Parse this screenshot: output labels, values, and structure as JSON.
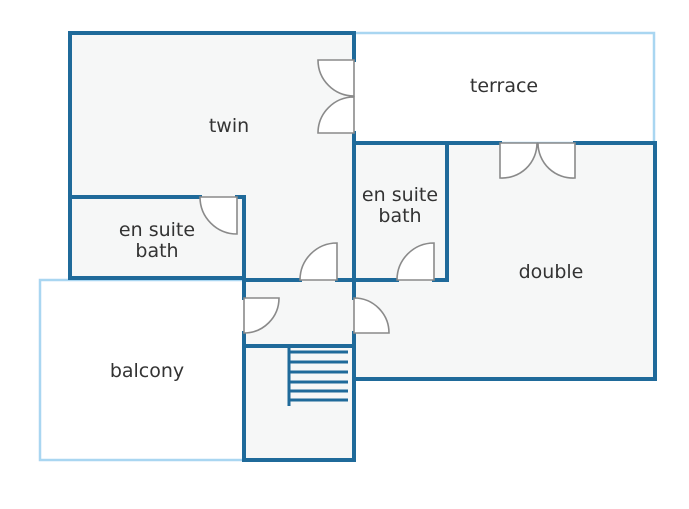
{
  "rooms": {
    "twin": "twin",
    "terrace": "terrace",
    "en_suite_left_line1": "en suite",
    "en_suite_left_line2": "bath",
    "en_suite_mid_line1": "en suite",
    "en_suite_mid_line2": "bath",
    "double": "double",
    "balcony": "balcony"
  },
  "colors": {
    "wall": "#1f6a9a",
    "outdoor_outline": "#a9d6f1",
    "room_fill": "#f6f7f7",
    "door": "#8a8a8a",
    "label": "#333333"
  }
}
